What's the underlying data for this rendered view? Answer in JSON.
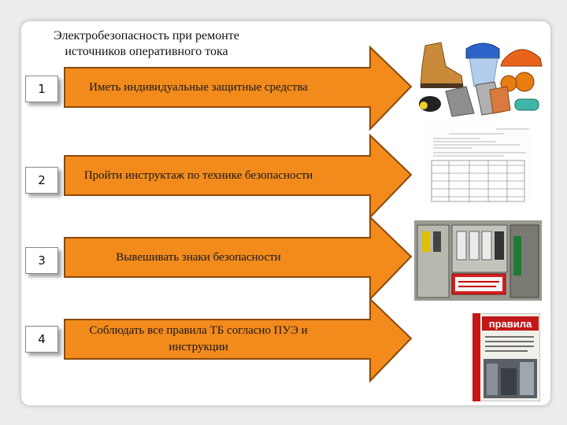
{
  "title": "Электробезопасность при ремонте источников оперативного тока",
  "steps": [
    {
      "number": "1",
      "text": "Иметь индивидуальные защитные средства"
    },
    {
      "number": "2",
      "text": "Пройти инструктаж по технике безопасности"
    },
    {
      "number": "3",
      "text": "Вывешивать знаки безопасности"
    },
    {
      "number": "4",
      "text": "Соблюдать все правила ТБ согласно ПУЭ и инструкции"
    }
  ],
  "colors": {
    "arrow_fill": "#f28a1c",
    "arrow_stroke": "#8a4a0c",
    "book_red": "#c21818"
  },
  "icons": [
    "protective-equipment-image",
    "safety-briefing-journal-image",
    "electrical-panel-image",
    "safety-rules-book-image"
  ],
  "book_cover_text": "правила"
}
